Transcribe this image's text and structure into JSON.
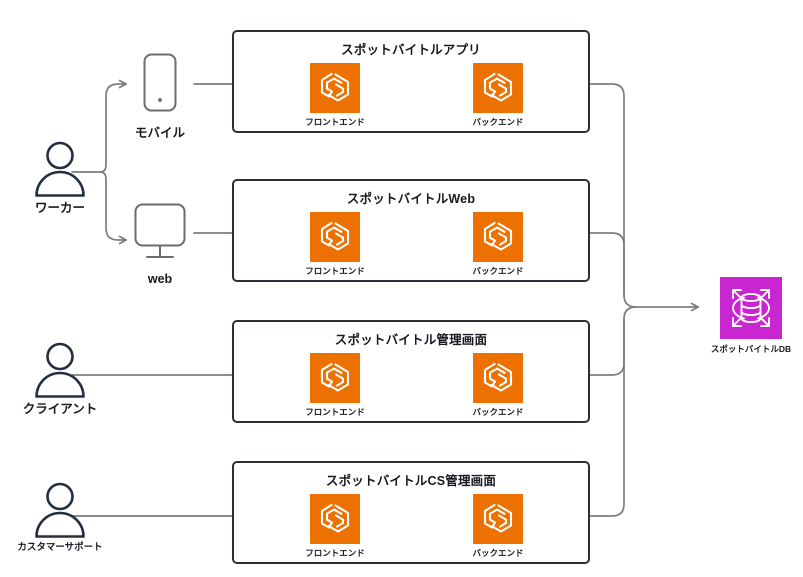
{
  "diagram": {
    "title": "spot-baitoru-architecture",
    "colors": {
      "service_orange": "#ED7100",
      "database_magenta": "#C925D1",
      "actor_navy": "#232F3E",
      "box_border": "#2A2F3A",
      "wire_gray": "#7D7D7D"
    },
    "actors": [
      {
        "id": "worker",
        "label": "ワーカー",
        "icon": "user-icon"
      },
      {
        "id": "client",
        "label": "クライアント",
        "icon": "user-icon"
      },
      {
        "id": "support",
        "label": "カスタマーサポート",
        "icon": "user-icon"
      }
    ],
    "devices": [
      {
        "id": "mobile",
        "label": "モバイル",
        "icon": "mobile-phone-icon"
      },
      {
        "id": "web",
        "label": "web",
        "icon": "desktop-monitor-icon"
      }
    ],
    "groups": [
      {
        "id": "app",
        "title": "スポットバイトルアプリ",
        "services": [
          {
            "id": "app-frontend",
            "label": "フロントエンド",
            "icon": "amplify-service-icon"
          },
          {
            "id": "app-backend",
            "label": "バックエンド",
            "icon": "amplify-service-icon"
          }
        ]
      },
      {
        "id": "web",
        "title": "スポットバイトルWeb",
        "services": [
          {
            "id": "web-frontend",
            "label": "フロントエンド",
            "icon": "amplify-service-icon"
          },
          {
            "id": "web-backend",
            "label": "バックエンド",
            "icon": "amplify-service-icon"
          }
        ]
      },
      {
        "id": "admin",
        "title": "スポットバイトル管理画面",
        "services": [
          {
            "id": "admin-frontend",
            "label": "フロントエンド",
            "icon": "amplify-service-icon"
          },
          {
            "id": "admin-backend",
            "label": "バックエンド",
            "icon": "amplify-service-icon"
          }
        ]
      },
      {
        "id": "cs-admin",
        "title": "スポットバイトルCS管理画面",
        "services": [
          {
            "id": "cs-frontend",
            "label": "フロントエンド",
            "icon": "amplify-service-icon"
          },
          {
            "id": "cs-backend",
            "label": "バックエンド",
            "icon": "amplify-service-icon"
          }
        ]
      }
    ],
    "database": {
      "id": "spot-baitoru-db",
      "label": "スポットバイトルDB",
      "icon": "aurora-database-icon"
    }
  }
}
